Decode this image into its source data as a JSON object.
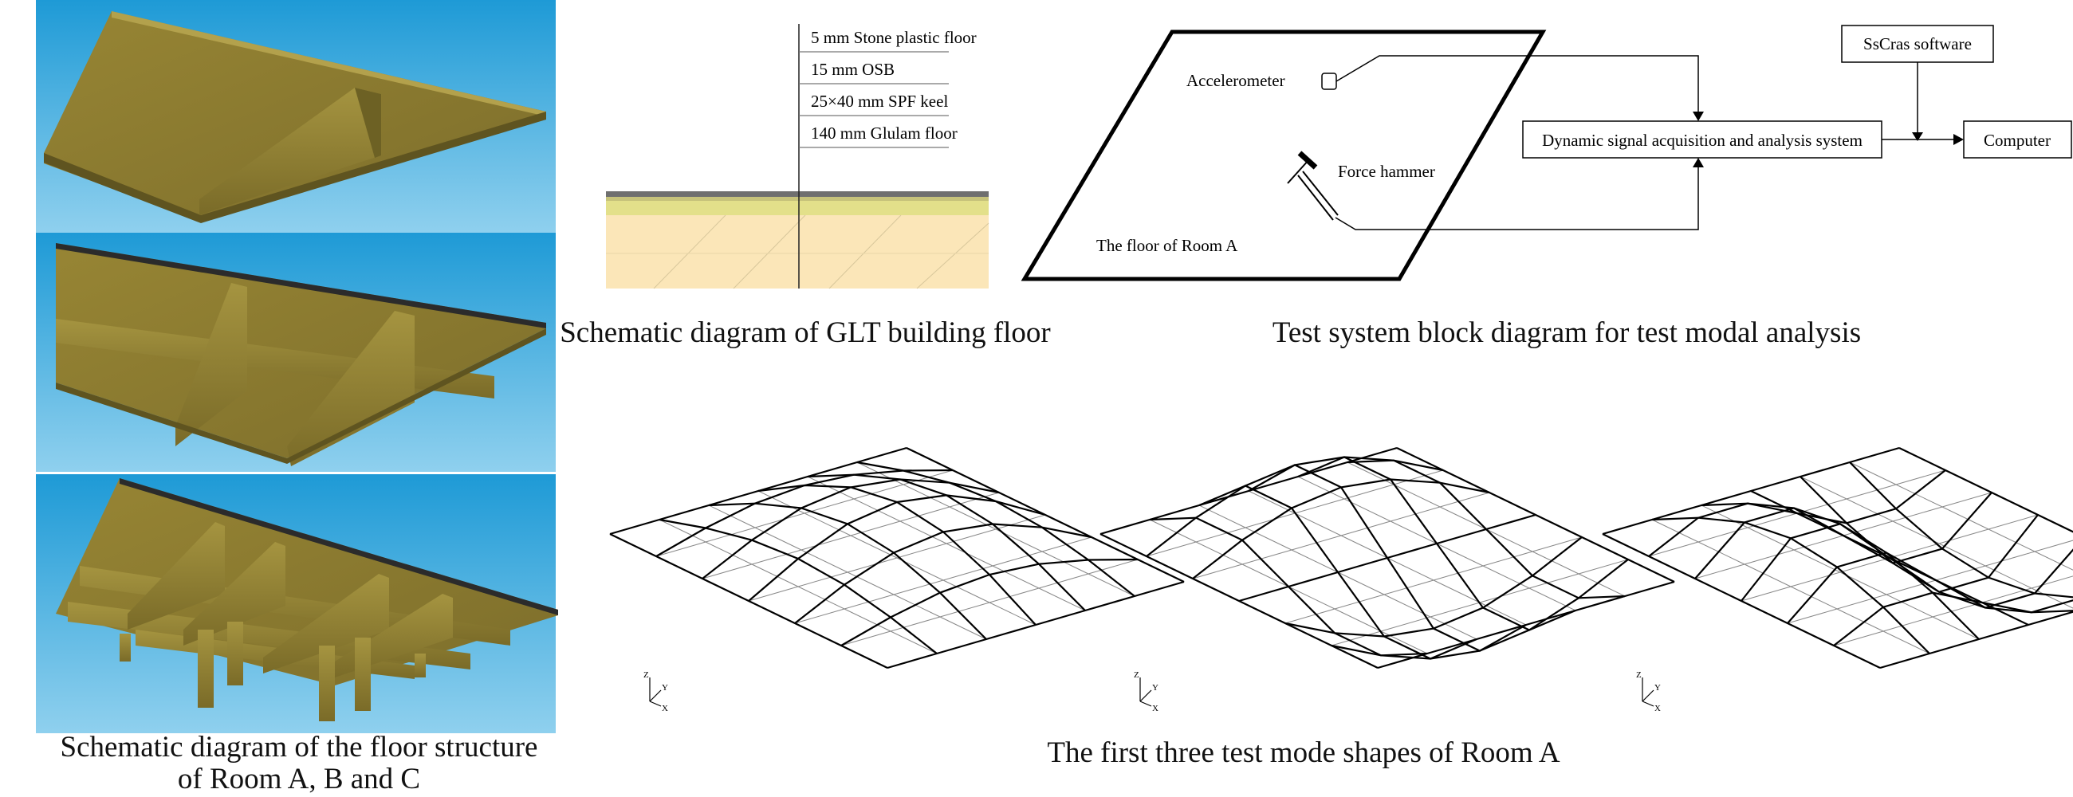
{
  "floor_panel": {
    "caption_line1": "Schematic diagram of the floor structure",
    "caption_line2": "of  Room A, B and C"
  },
  "glt_section": {
    "layers": [
      "5 mm Stone plastic floor",
      "15 mm OSB",
      "25×40 mm SPF keel",
      "140 mm Glulam floor"
    ],
    "caption": "Schematic diagram of GLT building floor"
  },
  "test_system": {
    "accelerometer": "Accelerometer",
    "force_hammer": "Force hammer",
    "floor_label": "The floor of Room A",
    "daq": "Dynamic signal acquisition and analysis system",
    "software": "SsCras software",
    "computer": "Computer",
    "caption": "Test system block diagram for test modal analysis"
  },
  "mode_shapes": {
    "caption": "The first three test mode shapes of Room A",
    "axis_labels": {
      "z": "Z",
      "y": "Y",
      "x": "X"
    },
    "modes": [
      {
        "mode": 1,
        "shape": "single dome (1,1)"
      },
      {
        "mode": 2,
        "shape": "two half-waves (2,1)"
      },
      {
        "mode": 3,
        "shape": "two half-waves (1,2)"
      }
    ]
  },
  "colors": {
    "sky_top": "#1e9ad6",
    "sky_bottom": "#8fd0ee",
    "wood": "#8a7a32",
    "wood_dark": "#6d6124",
    "glulam": "#fbe6b8",
    "osb": "#e3e08a",
    "stone": "#6f6f6f"
  }
}
